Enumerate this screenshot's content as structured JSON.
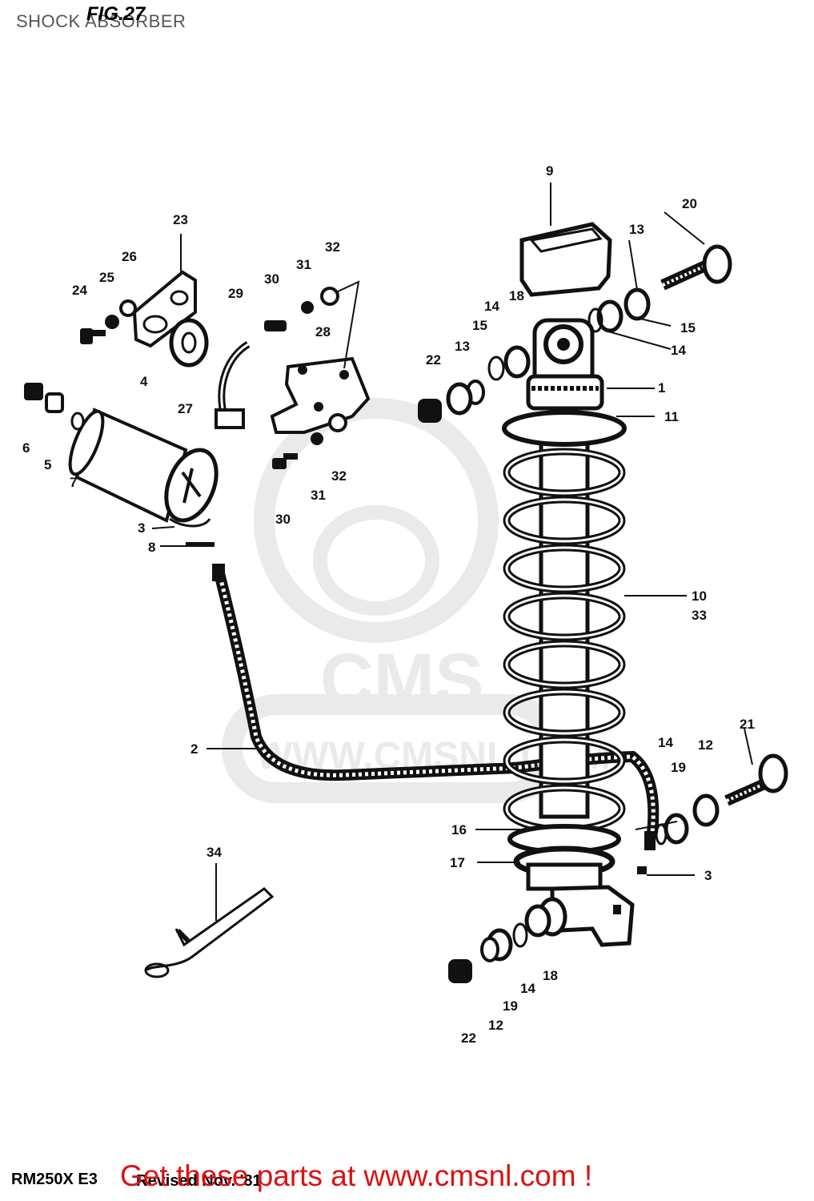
{
  "header": {
    "caption": "SHOCK ABSORBER",
    "fig_label": "FIG.27"
  },
  "watermark": {
    "brand": "CMS",
    "url": "WWW.CMSNL.COM"
  },
  "callouts": [
    "1",
    "2",
    "3",
    "3",
    "4",
    "5",
    "6",
    "7",
    "8",
    "9",
    "10",
    "33",
    "11",
    "12",
    "12",
    "13",
    "13",
    "14",
    "14",
    "14",
    "14",
    "15",
    "15",
    "16",
    "17",
    "18",
    "18",
    "19",
    "19",
    "20",
    "21",
    "22",
    "22",
    "23",
    "24",
    "25",
    "26",
    "27",
    "28",
    "29",
    "30",
    "30",
    "31",
    "31",
    "32",
    "32",
    "34"
  ],
  "footer": {
    "model": "RM250X E3",
    "revised": "Revised Nov. '81",
    "cta": "Get these parts at www.cmsnl.com !"
  },
  "colors": {
    "ink": "#111111",
    "cta": "#dd1111",
    "watermark": "#d9d9d9"
  }
}
